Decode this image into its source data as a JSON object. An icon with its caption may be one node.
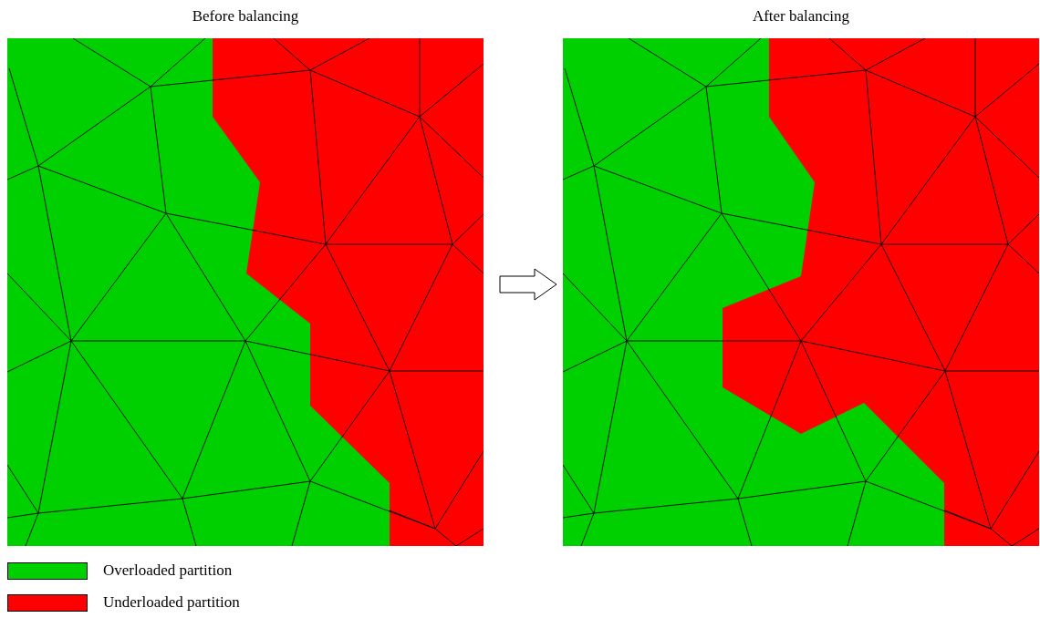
{
  "diagram": {
    "nodes": [
      {
        "text": [
          "Before balancing"
        ]
      },
      {
        "text": [
          "After balancing"
        ]
      }
    ],
    "edges": [
      {
        "from": 0,
        "to": 1,
        "arrow": "to"
      }
    ],
    "legend": [
      {
        "text": "Overloaded partition",
        "color": "#00d000"
      },
      {
        "text": "Underloaded partition",
        "color": "#ff0000"
      }
    ]
  }
}
